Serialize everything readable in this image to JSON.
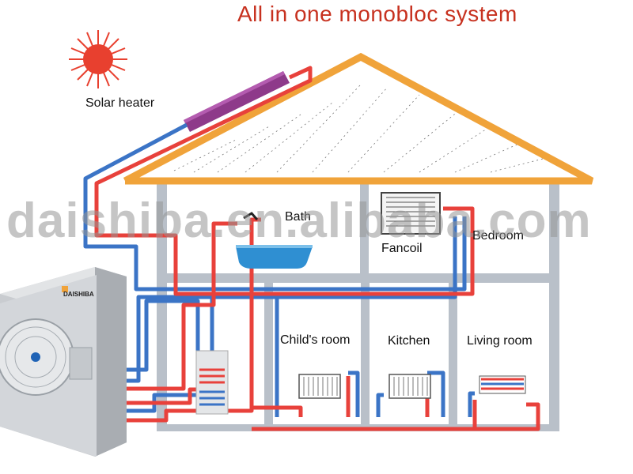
{
  "title": "All in one monobloc system",
  "watermark": "daishiba.en.alibaba.com",
  "unit_brand": "DAISHIBA",
  "labels": {
    "solar_heater": "Solar heater",
    "bath": "Bath",
    "fancoil": "Fancoil",
    "bedroom": "Bedroom",
    "childs_room": "Child's room",
    "kitchen": "Kitchen",
    "living_room": "Living room"
  },
  "colors": {
    "hot_pipe": "#e8413b",
    "cold_pipe": "#3b74c6",
    "roof": "#f0a33a",
    "wall": "#b9c0c9",
    "sun": "#e8402f",
    "title": "#c7311f"
  }
}
